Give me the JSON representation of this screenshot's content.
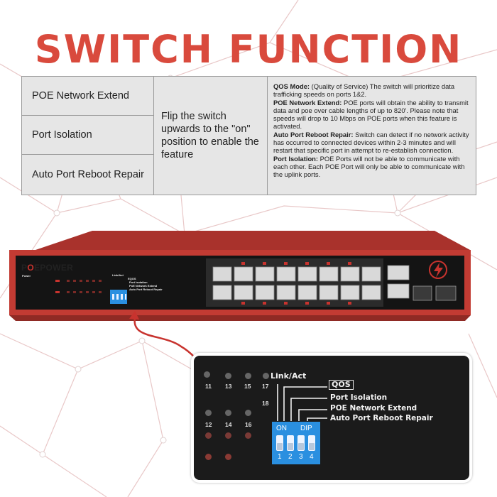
{
  "page_title": "SWITCH FUNCTION",
  "features": [
    "POE Network Extend",
    "Port Isolation",
    "Auto Port Reboot Repair"
  ],
  "instruction": "Flip the switch upwards to the \"on\" position to enable the feature",
  "descriptions": [
    {
      "title": "QOS Mode:",
      "text": "(Quality of Service) The switch will prioritize data trafficking speeds on ports 1&2."
    },
    {
      "title": "POE Network Extend:",
      "text": "POE ports will obtain the ability to transmit data and poe over cable lengths of up to 820'. Please note that speeds will drop to 10 Mbps on POE ports when this feature is activated."
    },
    {
      "title": "Auto Port Reboot Repair:",
      "text": "Switch can detect if no network activity has occurred to connected devices within 2-3 minutes and will restart that specific port in attempt to re-establish connection."
    },
    {
      "title": "Port Isolation:",
      "text": "POE Ports will not be able to communicate with each other. Each POE Port will only be able to communicate with the uplink ports."
    }
  ],
  "device": {
    "brand_prefix": "P",
    "brand_o": "O",
    "brand_suffix": "EPOWER",
    "power_label": "Power",
    "panel_labels": [
      "Link/Act",
      "EQOS",
      "Port Isolation",
      "PoE Network Extend",
      "Auto Port Reboot Repair"
    ]
  },
  "inset": {
    "link_act": "Link/Act",
    "qos": "QOS",
    "port_isolation": "Port Isolation",
    "poe_network_extend": "POE Network Extend",
    "auto_port_reboot_repair": "Auto Port Reboot Repair",
    "dip_on": "ON",
    "dip_label": "DIP",
    "dip_numbers": [
      "1",
      "2",
      "3",
      "4"
    ],
    "port_numbers_top": [
      "11",
      "13",
      "15",
      "17"
    ],
    "port_numbers_mid": [
      "18"
    ],
    "port_numbers_bottom": [
      "12",
      "14",
      "16"
    ]
  },
  "colors": {
    "title": "#d94a3d",
    "switch_red": "#c23b33",
    "dip_blue": "#2a8fe0"
  }
}
